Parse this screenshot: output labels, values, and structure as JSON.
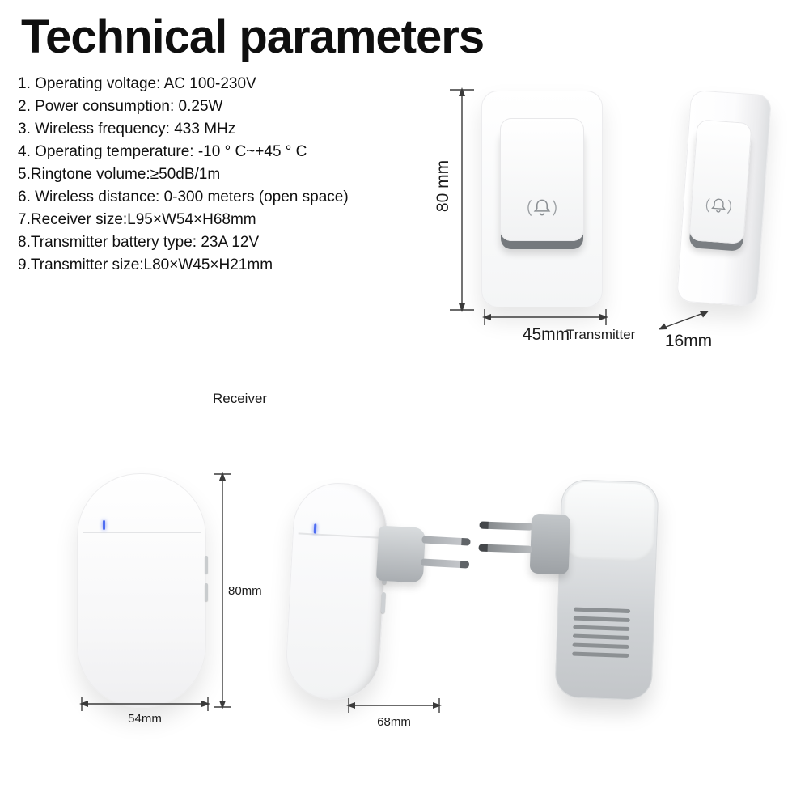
{
  "title": "Technical parameters",
  "specs": [
    "1. Operating voltage: AC 100-230V",
    "2. Power consumption: 0.25W",
    "3. Wireless frequency: 433 MHz",
    "4. Operating temperature: -10 ° C~+45 ° C",
    "5.Ringtone volume:≥50dB/1m",
    "6. Wireless distance: 0-300 meters (open space)",
    "7.Receiver size:L95×W54×H68mm",
    "8.Transmitter battery type: 23A 12V",
    "9.Transmitter size:L80×W45×H21mm"
  ],
  "labels": {
    "transmitter": "Transmitter",
    "receiver": "Receiver"
  },
  "dimensions": {
    "transmitter_height": "80 mm",
    "transmitter_width": "45mm",
    "transmitter_depth": "16mm",
    "receiver_height": "80mm",
    "receiver_width": "54mm",
    "receiver_depth": "68mm"
  },
  "icons": {
    "bell": "bell-icon"
  },
  "colors": {
    "led_indicator": "#4f6df2",
    "dimension_lines": "#3a3a3a",
    "text": "#111111"
  }
}
